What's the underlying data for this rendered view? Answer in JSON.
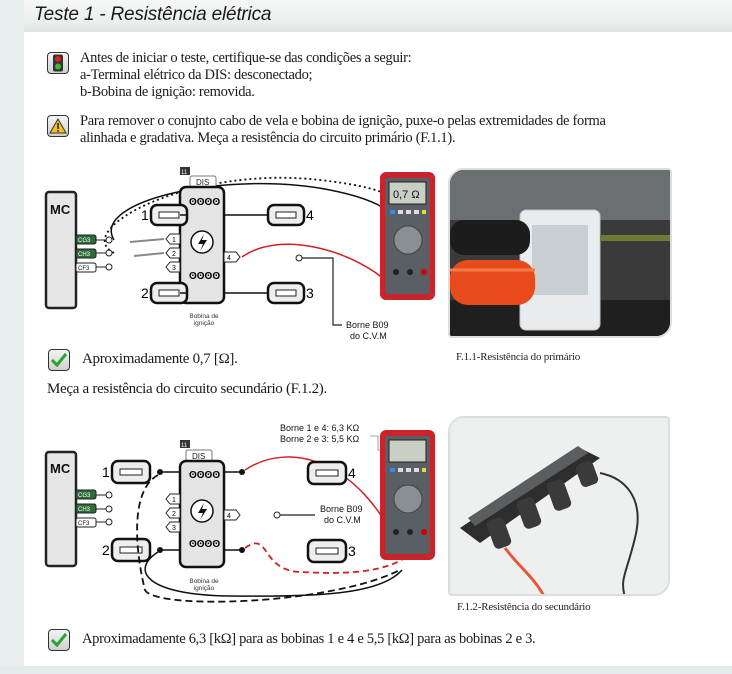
{
  "title": "Teste 1 - Resistência elétrica",
  "precondition": {
    "icon": "traffic-light-icon",
    "lines": [
      "Antes de iniciar o teste, certifique-se das condições a seguir:",
      "a-Terminal elétrico da DIS: desconectado;",
      "b-Bobina de ignição: removida."
    ]
  },
  "warning": {
    "icon": "warning-icon",
    "lines": [
      "Para remover o conujnto cabo de vela e bobina de ignição, puxe-o pelas extremidades de forma",
      "alinhada e gradativa. Meça a  resistência do circuito primário (F.1.1)."
    ]
  },
  "diagram_primary": {
    "module_label": "MC",
    "connectors": [
      "CG3",
      "CH3",
      "CF3"
    ],
    "dis_tag": "11",
    "dis_label": "DIS",
    "coil_label_1": "Bobina de",
    "coil_label_2": "ignição",
    "pins": [
      "1",
      "2",
      "3",
      "4"
    ],
    "plugs": [
      "1",
      "2",
      "3",
      "4"
    ],
    "multimeter_reading": "0,7 Ω",
    "borne_label_1": "Borne B09",
    "borne_label_2": "do C.V.M"
  },
  "photo_primary": {
    "caption": "F.1.1-Resistência do primário"
  },
  "result_primary": {
    "icon": "check-icon",
    "text": "Aproximadamente  0,7 [Ω]."
  },
  "instruction_secondary": "Meça a resistência do circuito secundário (F.1.2).",
  "diagram_secondary": {
    "module_label": "MC",
    "connectors": [
      "CG3",
      "CH3",
      "CF3"
    ],
    "dis_tag": "11",
    "dis_label": "DIS",
    "coil_label_1": "Bobina de",
    "coil_label_2": "ignição",
    "pins": [
      "1",
      "2",
      "3",
      "4"
    ],
    "plugs": [
      "1",
      "2",
      "3",
      "4"
    ],
    "reading_1": "Borne 1 e 4:  6,3 KΩ",
    "reading_2": "Borne 2 e 3:  5,5 KΩ",
    "borne_label_1": "Borne B09",
    "borne_label_2": "do C.V.M"
  },
  "photo_secondary": {
    "caption": "F.1.2-Resistência do secundário"
  },
  "result_secondary": {
    "icon": "check-icon",
    "text": "Aproximadamente 6,3 [kΩ] para as bobinas 1 e  4  e  5,5 [kΩ] para as bobinas 2 e 3."
  },
  "colors": {
    "connector_green": "#2e6b3a",
    "multimeter_red": "#c8242b",
    "wire_red": "#d32020",
    "band": "#e9efef"
  }
}
